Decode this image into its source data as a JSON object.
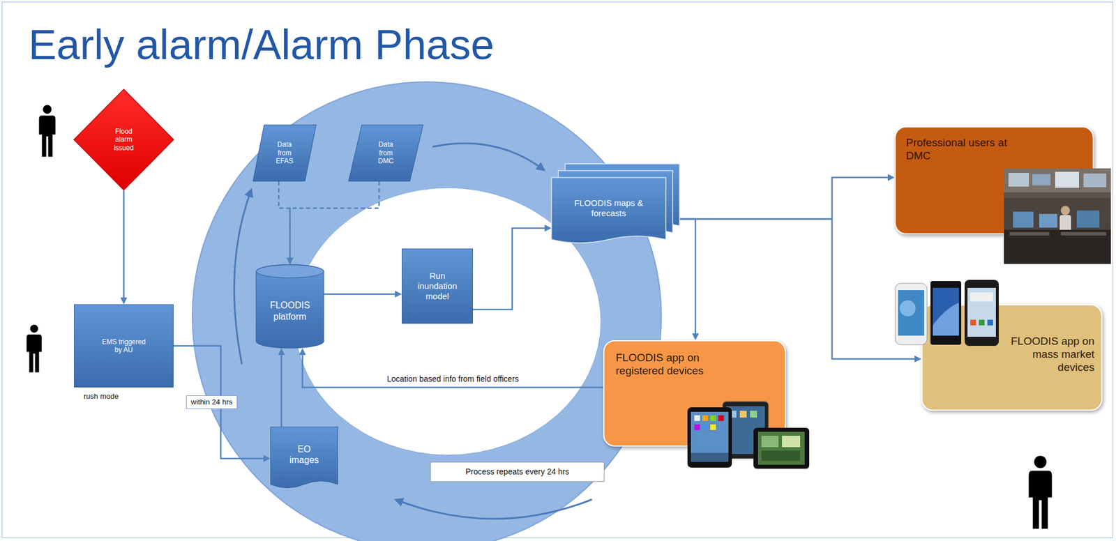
{
  "diagram": {
    "title": "Early alarm/Alarm Phase",
    "nodes": [
      {
        "text": [
          "Flood alarm issued"
        ]
      },
      {
        "text": [
          "EMS triggered by AU"
        ]
      },
      {
        "text": [
          "Data from EFAS"
        ]
      },
      {
        "text": [
          "Data from DMC"
        ]
      },
      {
        "text": [
          "FLOODIS platform"
        ]
      },
      {
        "text": [
          "Run inundation model"
        ]
      },
      {
        "text": [
          "FLOODIS maps & forecasts"
        ]
      },
      {
        "text": [
          "EO images"
        ]
      },
      {
        "text": [
          "FLOODIS app on registered devices"
        ]
      },
      {
        "text": [
          "Professional users at DMC"
        ]
      },
      {
        "text": [
          "FLOODIS app on mass market devices"
        ]
      }
    ],
    "edges": [
      {
        "from": 0,
        "to": 1,
        "arrow": "to"
      },
      {
        "from": 1,
        "to": 7,
        "label": "within 24 hrs",
        "arrow": "to"
      },
      {
        "from": 2,
        "to": 4,
        "arrow": "to"
      },
      {
        "from": 3,
        "to": 4,
        "arrow": "to"
      },
      {
        "from": 7,
        "to": 4,
        "arrow": "to"
      },
      {
        "from": 4,
        "to": 5,
        "arrow": "to"
      },
      {
        "from": 5,
        "to": 6,
        "arrow": "to"
      },
      {
        "from": 6,
        "to": 8,
        "arrow": "to"
      },
      {
        "from": 6,
        "to": 9,
        "arrow": "to"
      },
      {
        "from": 6,
        "to": 10,
        "arrow": "to"
      },
      {
        "from": 8,
        "to": 4,
        "label": "Location based info from field officers",
        "arrow": "to"
      }
    ],
    "labels": [
      "rush mode",
      "Process repeats every 24 hrs"
    ]
  }
}
